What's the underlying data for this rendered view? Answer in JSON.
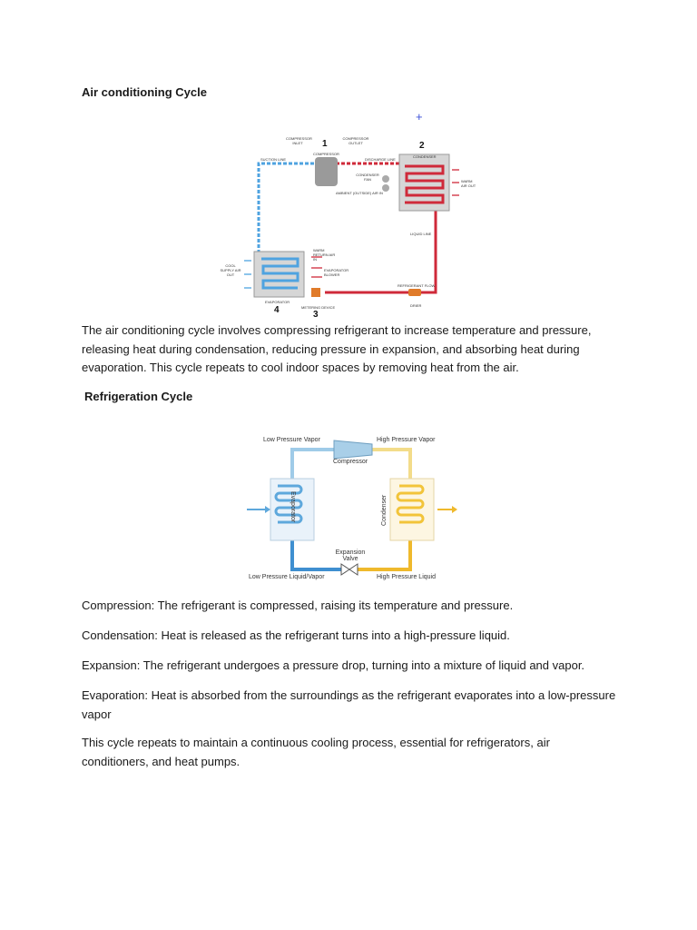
{
  "headings": {
    "ac_cycle": "Air conditioning Cycle",
    "refrigeration_cycle": "Refrigeration Cycle"
  },
  "ac_diagram": {
    "compressor_inlet": "COMPRESSOR INLET",
    "compressor_outlet": "COMPRESSOR OUTLET",
    "compressor": "COMPRESSOR",
    "suction_line": "SUCTION LINE",
    "discharge_line": "DISCHARGE LINE",
    "condenser": "CONDENSER",
    "condenser_fan": "CONDENSER FAN",
    "warm_air_out": "WARM AIR OUT",
    "ambient_air_in": "AMBIENT (OUTSIDE) AIR IN",
    "liquid_line": "LIQUID LINE",
    "warm_return_air_in": "WARM RETURN AIR IN",
    "cool_supply_air_out": "COOL SUPPLY AIR OUT",
    "evaporator_blower": "EVAPORATOR BLOWER",
    "evaporator": "EVAPORATOR",
    "metering_device": "METERING DEVICE",
    "refrigerant_flow": "REFRIGERANT FLOW",
    "drier": "DRIER",
    "num1": "1",
    "num2": "2",
    "num3": "3",
    "num4": "4",
    "colors": {
      "hot": "#cf2a3a",
      "cold": "#4fa3e0",
      "box": "#d6d6d6"
    }
  },
  "ac_paragraph": "The air conditioning cycle involves compressing refrigerant to increase temperature and pressure, releasing heat during condensation, reducing pressure in expansion, and absorbing heat during evaporation. This cycle repeats to cool indoor spaces by removing heat from the air.",
  "refrig_diagram": {
    "low_pressure_vapor": "Low Pressure Vapor",
    "high_pressure_vapor": "High Pressure Vapor",
    "compressor": "Compressor",
    "evaporator": "Evaporator",
    "condenser": "Condenser",
    "expansion_valve": "Expansion Valve",
    "low_pressure_liquid_vapor": "Low Pressure Liquid/Vapor",
    "high_pressure_liquid": "High Pressure Liquid",
    "colors": {
      "cold": "#5ea8dc",
      "warm": "#f2c43a"
    }
  },
  "paragraphs": [
    "Compression: The refrigerant is compressed, raising its temperature and pressure.",
    "Condensation: Heat is released as the refrigerant turns into a high-pressure liquid.",
    "Expansion: The refrigerant undergoes a pressure drop, turning into a mixture of liquid and vapor.",
    "Evaporation: Heat is absorbed from the surroundings as the refrigerant evaporates into a low-pressure vapor",
    "This cycle repeats to maintain a continuous cooling process, essential for refrigerators, air conditioners, and heat pumps."
  ]
}
